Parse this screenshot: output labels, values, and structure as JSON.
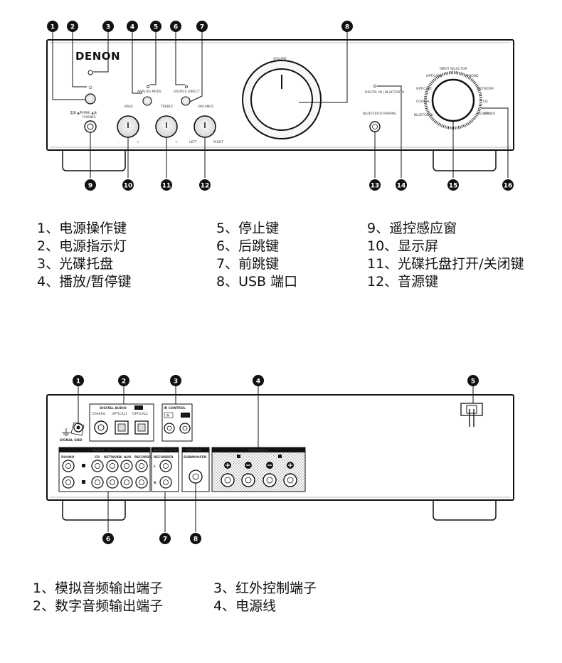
{
  "front_panel": {
    "brand": "DENON",
    "labels": {
      "analog_mode": "ANALOG MODE",
      "source_direct": "SOURCE DIRECT",
      "volume": "VOLUME",
      "digital_in": "DIGITAL IN / BLUETOOTH",
      "input_selector": "INPUT SELECTOR",
      "bass": "BASS",
      "treble": "TREBLE",
      "balance": "BALANCE",
      "left": "LEFT",
      "right": "RIGHT",
      "phones": "PHONES",
      "bluetooth_pairing": "BLUETOOTH PAIRING",
      "power_label": "电源 ▲开/待机 ▲关",
      "optical1": "OPTICAL1",
      "optical2": "OPTICAL2",
      "phono": "PHONO",
      "network": "NETWORK",
      "coaxial": "COAXIAL",
      "cd": "CD",
      "aux": "AUX",
      "bluetooth": "BLUETOOTH",
      "recorder": "RECORDER",
      "minus": "-",
      "plus": "+"
    },
    "callouts": [
      "1",
      "2",
      "3",
      "4",
      "5",
      "6",
      "7",
      "8",
      "9",
      "10",
      "11",
      "12",
      "13",
      "14",
      "15",
      "16"
    ],
    "legend_col1": [
      "1、电源操作键",
      "2、电源指示灯",
      "3、光碟托盘",
      "4、播放/暂停键"
    ],
    "legend_col2": [
      "5、停止键",
      "6、后跳键",
      "7、前跳键",
      "8、USB 端口"
    ],
    "legend_col3": [
      "9、遥控感应窗",
      "10、显示屏",
      "11、光碟托盘打开/关闭键",
      "12、音源键"
    ]
  },
  "rear_panel": {
    "labels": {
      "signal_gnd": "SIGNAL GND",
      "digital_audio": "DIGITAL AUDIO",
      "in_badge": "IN",
      "out_badge": "OUT",
      "coaxial": "COAXIAL",
      "optical1": "OPTICAL1",
      "optical2": "OPTICAL2",
      "ir_control": "IR CONTROL",
      "ir_in": "IN",
      "ir_out": "OUT",
      "audio": "AUDIO",
      "phono": "PHONO",
      "cd": "CD",
      "network": "NETWORK",
      "aux": "AUX",
      "recorder": "RECORDER",
      "audio_out": "AUDIO",
      "pre_out": "PRE OUT",
      "subwoofer": "SUBWOOFER",
      "speakers": "SPEAKERS",
      "ch_l": "L",
      "ch_r": "R"
    },
    "callouts": [
      "1",
      "2",
      "3",
      "4",
      "5",
      "6",
      "7",
      "8"
    ],
    "legend_col1": [
      "1、模拟音频输出端子",
      "2、数字音频输出端子"
    ],
    "legend_col2": [
      "3、红外控制端子",
      "4、电源线"
    ]
  }
}
